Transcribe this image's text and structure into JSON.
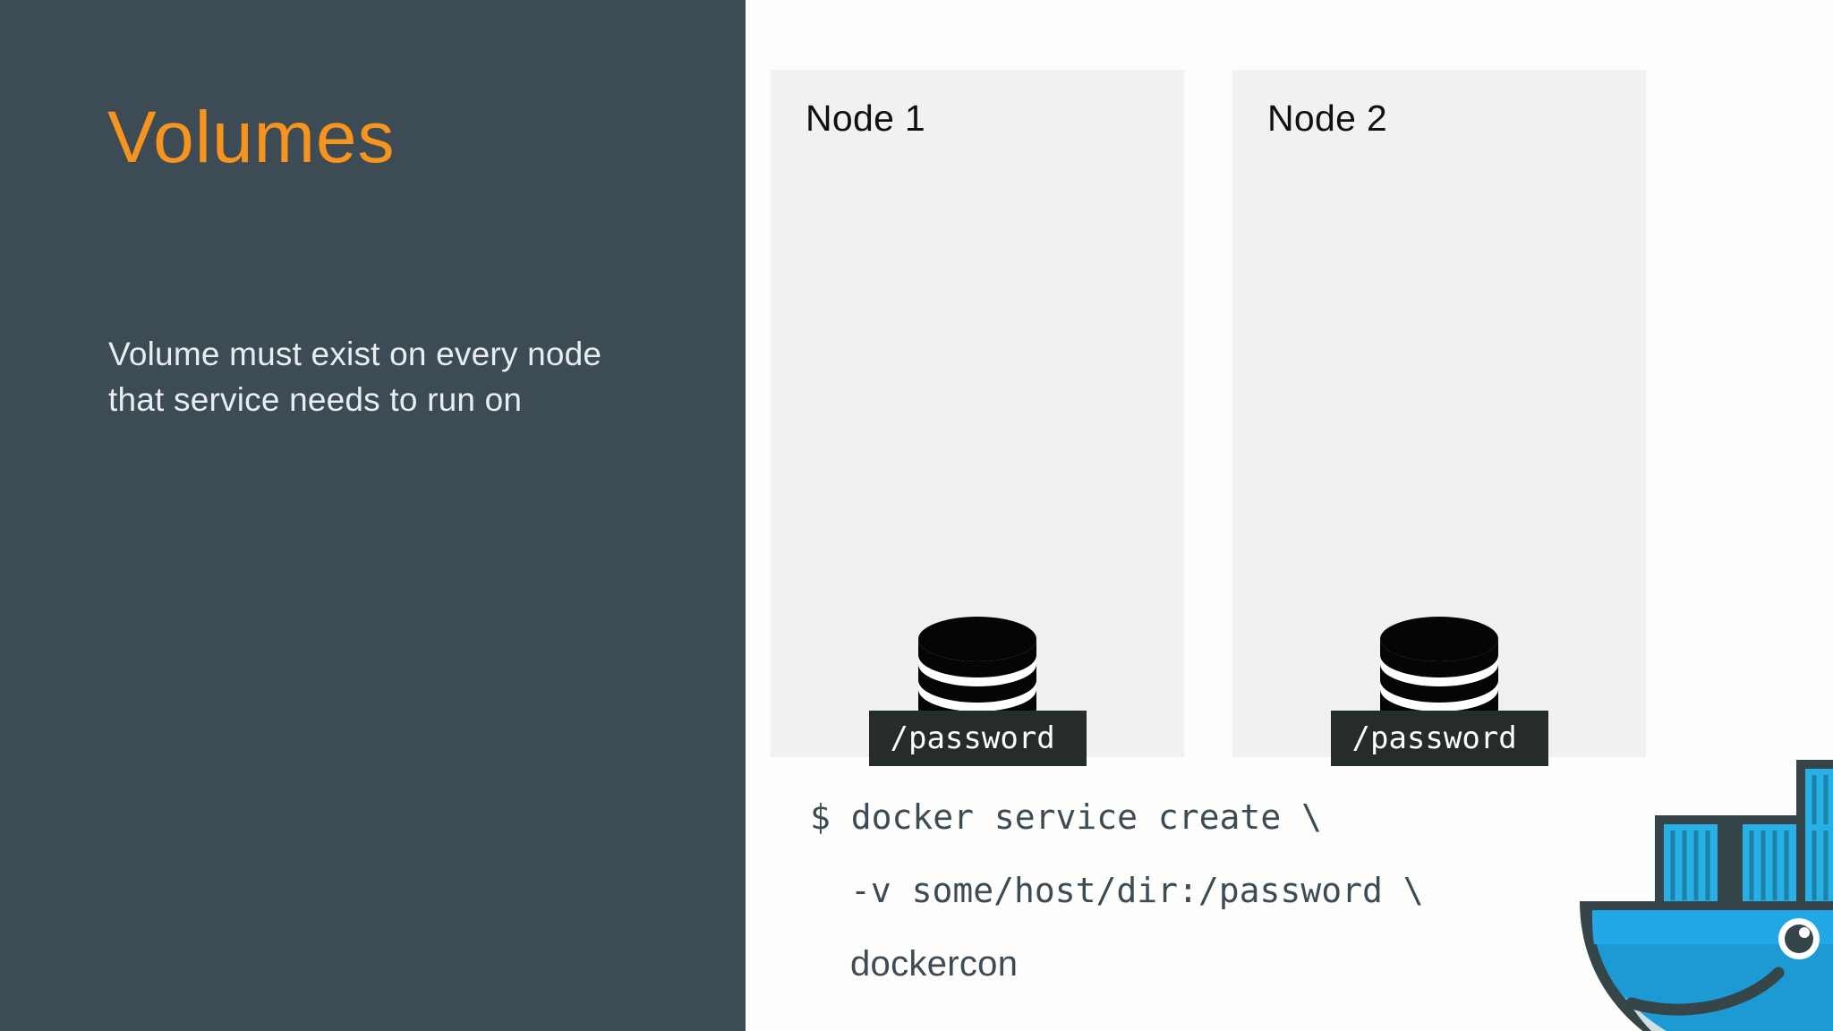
{
  "slide": {
    "title": "Volumes",
    "body": "Volume must exist on every node that service needs to run on",
    "title_color": "#F7941E",
    "sidebar_color": "#3D4B55",
    "panel_color": "#F1F1F0",
    "canvas_color": "#FDFEFB"
  },
  "nodes": [
    {
      "label": "Node 1",
      "volume_icon": "database-icon",
      "volume_path": "/password",
      "chip_color": "#262B2C"
    },
    {
      "label": "Node 2",
      "volume_icon": "database-icon",
      "volume_path": "/password",
      "chip_color": "#262B2C"
    }
  ],
  "command": {
    "lines": [
      "$ docker service create \\",
      "-v some/host/dir:/password \\",
      "dockercon"
    ],
    "text_color": "#3D4B55"
  },
  "branding": {
    "logo": "docker-whale-logo",
    "whale_body_color": "#1D99D4",
    "whale_top_color": "#22A7E7",
    "whale_outline_color": "#364548",
    "container_color": "#27B0E6",
    "belly_color": "#CFE0E5"
  }
}
